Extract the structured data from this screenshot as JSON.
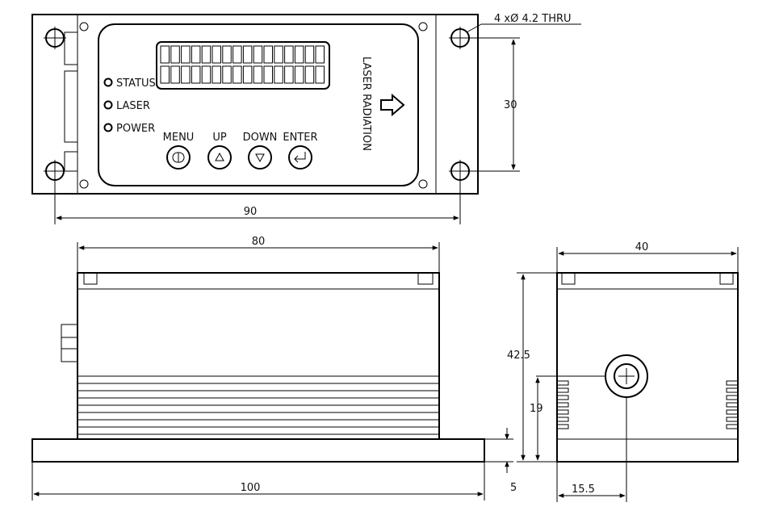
{
  "top_view": {
    "indicators": {
      "status": "STATUS",
      "laser": "LASER",
      "power": "POWER"
    },
    "buttons": {
      "menu": "MENU",
      "up": "UP",
      "down": "DOWN",
      "enter": "ENTER"
    },
    "side_label": "LASER RADIATION",
    "hole_note": "4 xØ  4.2  THRU"
  },
  "dimensions": {
    "top_height": "30",
    "top_width": "90",
    "front_top_width": "80",
    "front_base_width": "100",
    "base_thickness": "5",
    "side_width": "40",
    "side_height": "42.5",
    "aperture_height": "19",
    "aperture_offset": "15.5"
  },
  "colors": {
    "line": "#000000",
    "background": "#ffffff"
  }
}
